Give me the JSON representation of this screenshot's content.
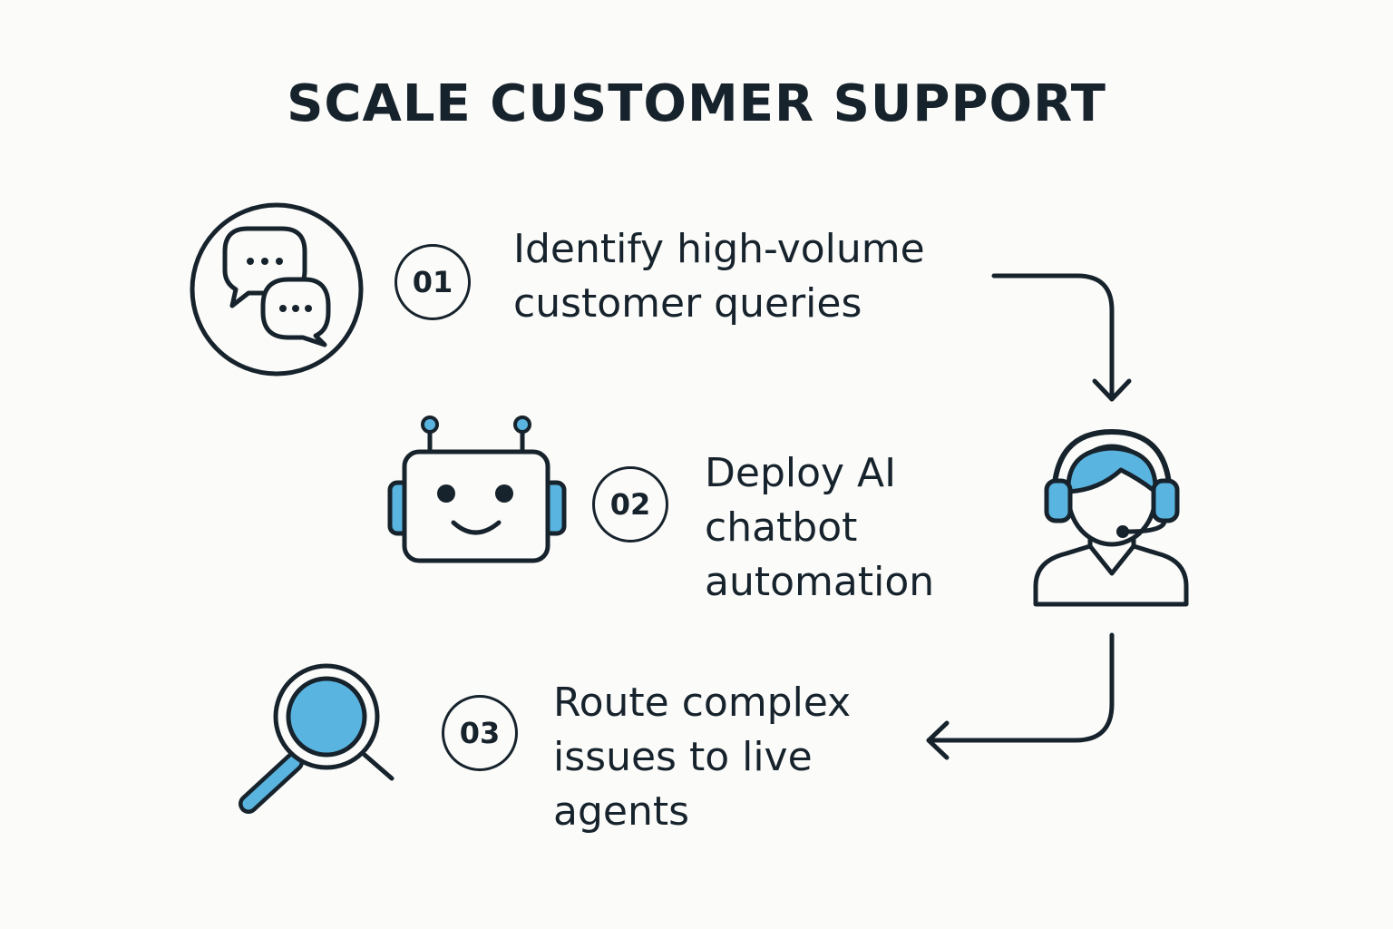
{
  "title": "SCALE CUSTOMER SUPPORT",
  "steps": [
    {
      "number": "01",
      "lines": [
        "Identify high-volume",
        "customer queries"
      ],
      "icon": "chat-bubbles-icon"
    },
    {
      "number": "02",
      "lines": [
        "Deploy AI",
        "chatbot",
        "automation"
      ],
      "icon": "robot-icon"
    },
    {
      "number": "03",
      "lines": [
        "Route complex",
        "issues to live",
        "agents"
      ],
      "icon": "magnifying-glass-icon"
    }
  ],
  "hub_icon": "support-agent-headset-icon",
  "colors": {
    "ink": "#17232c",
    "accent": "#5ab4e0",
    "background": "#fbfbf9"
  }
}
